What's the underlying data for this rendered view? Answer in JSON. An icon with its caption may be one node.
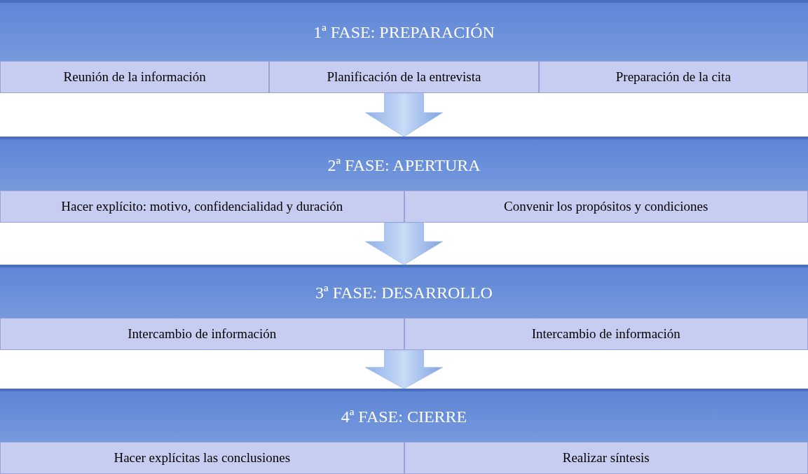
{
  "diagram": {
    "nodes": [
      {
        "text": [
          "1ª FASE: PREPARACIÓN"
        ]
      },
      {
        "text": [
          "Reunión de la información"
        ],
        "in": 0
      },
      {
        "text": [
          "Planificación de la entrevista"
        ],
        "in": 0
      },
      {
        "text": [
          "Preparación de la cita"
        ],
        "in": 0
      },
      {
        "text": [
          "2ª FASE: APERTURA"
        ]
      },
      {
        "text": [
          "Hacer explícito: motivo, confidencialidad y duración"
        ],
        "in": 4
      },
      {
        "text": [
          "Convenir los propósitos y condiciones"
        ],
        "in": 4
      },
      {
        "text": [
          "3ª FASE: DESARROLLO"
        ]
      },
      {
        "text": [
          "Intercambio de información"
        ],
        "in": 7
      },
      {
        "text": [
          "Intercambio de información"
        ],
        "in": 7
      },
      {
        "text": [
          "4ª FASE: CIERRE"
        ]
      },
      {
        "text": [
          "Hacer explícitas las conclusiones"
        ],
        "in": 10
      },
      {
        "text": [
          "Realizar síntesis"
        ],
        "in": 10
      }
    ],
    "edges": [
      {
        "from": 0,
        "to": 4,
        "arrow": "to"
      },
      {
        "from": 4,
        "to": 7,
        "arrow": "to"
      },
      {
        "from": 7,
        "to": 10,
        "arrow": "to"
      }
    ]
  }
}
